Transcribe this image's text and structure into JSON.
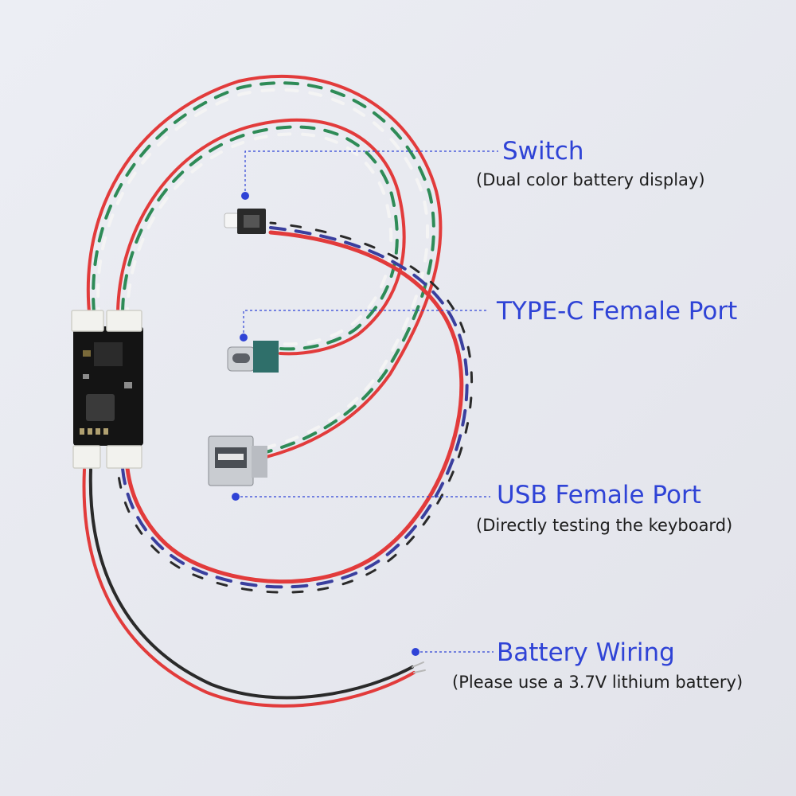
{
  "colors": {
    "background": "#e7e8ee",
    "accent": "#2f43d6",
    "caption_text": "#1d1d1d",
    "wire_red": "#e23b3b",
    "wire_black": "#2a2a2a",
    "wire_green": "#2e8b57",
    "wire_white": "#f4f4f4",
    "wire_blue": "#3a3f9e",
    "pcb": "#141414",
    "connector": "#f2f2ee"
  },
  "callouts": [
    {
      "id": "switch",
      "title": "Switch",
      "subtitle": "(Dual color battery display)"
    },
    {
      "id": "typec",
      "title": "TYPE-C Female Port",
      "subtitle": ""
    },
    {
      "id": "usb",
      "title": "USB Female Port",
      "subtitle": "(Directly testing the keyboard)"
    },
    {
      "id": "battery",
      "title": "Battery Wiring",
      "subtitle": "(Please use a 3.7V lithium battery)"
    }
  ],
  "components": [
    {
      "name": "pcb-module",
      "icon": "circuit-board"
    },
    {
      "name": "push-switch",
      "icon": "switch"
    },
    {
      "name": "type-c-port",
      "icon": "usb-c-connector"
    },
    {
      "name": "usb-a-port",
      "icon": "usb-a-connector"
    },
    {
      "name": "battery-leads",
      "icon": "wire-leads"
    }
  ]
}
